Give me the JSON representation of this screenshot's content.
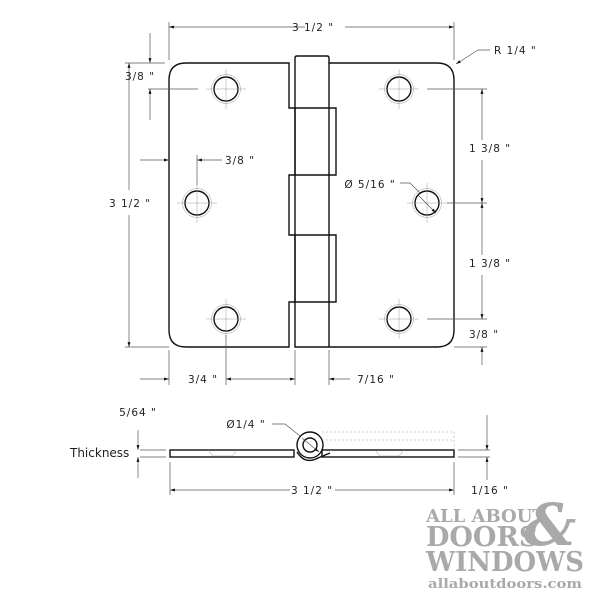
{
  "front_view": {
    "overall_width": "3 1/2 \"",
    "corner_radius": "R 1/4 \"",
    "overall_height": "3 1/2 \"",
    "top_hole_offset": "3/8 \"",
    "middle_hole_offset": "3/8 \"",
    "right_spacing_upper": "1 3/8 \"",
    "right_spacing_lower": "1 3/8 \"",
    "bottom_hole_offset": "3/8 \"",
    "hole_diameter": "Ø 5/16 \"",
    "left_hole_offset": "3/4 \"",
    "knuckle_offset": "7/16 \""
  },
  "side_view": {
    "thickness_value": "5/64 \"",
    "thickness_label": "Thickness",
    "pin_diameter": "Ø1/4 \"",
    "overall_width": "3 1/2 \"",
    "offset": "1/16 \""
  },
  "logo": {
    "line1": "ALL ABOUT",
    "line2": "DOORS",
    "ampersand": "&",
    "line3": "WINDOWS",
    "url": "allaboutdoors.com"
  }
}
